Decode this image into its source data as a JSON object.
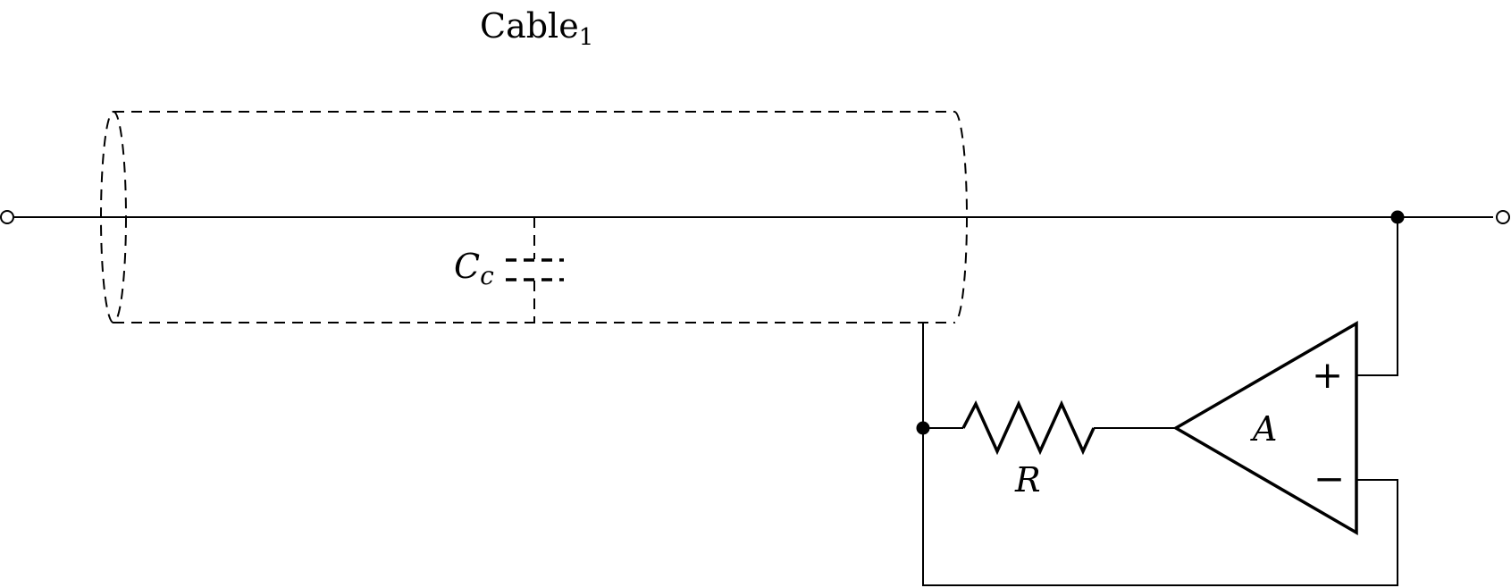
{
  "cable": {
    "label": "Cable",
    "subscript": "1"
  },
  "capacitor": {
    "label": "C",
    "subscript": "c"
  },
  "resistor": {
    "label": "R"
  },
  "amplifier": {
    "label": "A",
    "plus": "+",
    "minus": "−"
  }
}
